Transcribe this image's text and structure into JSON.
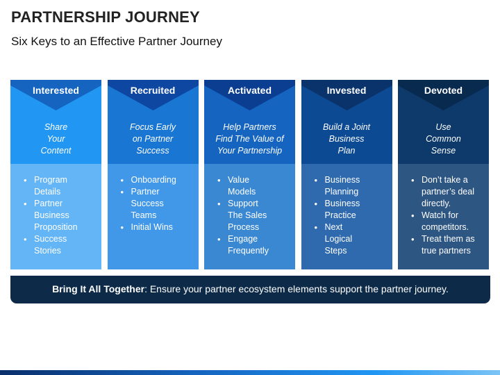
{
  "title": "PARTNERSHIP JOURNEY",
  "subtitle": "Six Keys to an Effective Partner Journey",
  "stages": [
    {
      "name": "Interested",
      "tagline_lines": [
        "Share",
        "Your",
        "Content"
      ],
      "bullets": [
        [
          "Program",
          "Details"
        ],
        [
          "Partner",
          "Business",
          "Proposition"
        ],
        [
          "Success",
          "Stories"
        ]
      ],
      "colors": {
        "top": "#2196f3",
        "bottom": "#64b5f6",
        "diamond": "#1565c0"
      }
    },
    {
      "name": "Recruited",
      "tagline_lines": [
        "Focus Early",
        "on Partner",
        "Success"
      ],
      "bullets": [
        [
          "Onboarding"
        ],
        [
          "Partner",
          "Success",
          "Teams"
        ],
        [
          "Initial Wins"
        ]
      ],
      "colors": {
        "top": "#1976d2",
        "bottom": "#4298e8",
        "diamond": "#0d47a1"
      }
    },
    {
      "name": "Activated",
      "tagline_lines": [
        "Help Partners",
        "Find The Value of",
        "Your Partnership"
      ],
      "bullets": [
        [
          "Value",
          "Models"
        ],
        [
          "Support",
          "The Sales",
          "Process"
        ],
        [
          "Engage",
          "Frequently"
        ]
      ],
      "colors": {
        "top": "#1565c0",
        "bottom": "#3a87d2",
        "diamond": "#0b3d91"
      }
    },
    {
      "name": "Invested",
      "tagline_lines": [
        "Build a Joint",
        "Business",
        "Plan"
      ],
      "bullets": [
        [
          "Business",
          "Planning"
        ],
        [
          "Business",
          "Practice"
        ],
        [
          "Next",
          "Logical",
          "Steps"
        ]
      ],
      "colors": {
        "top": "#0d4a94",
        "bottom": "#2f6aae",
        "diamond": "#0a336b"
      }
    },
    {
      "name": "Devoted",
      "tagline_lines": [
        "Use",
        "Common",
        "Sense"
      ],
      "bullets": [
        [
          "Don’t take a",
          "partner’s deal",
          "directly."
        ],
        [
          "Watch for",
          "competitors."
        ],
        [
          "Treat them as",
          "true partners"
        ]
      ],
      "colors": {
        "top": "#0d3a6b",
        "bottom": "#2e5682",
        "diamond": "#092a4f"
      }
    }
  ],
  "banner": {
    "bold": "Bring It All Together",
    "text": ": Ensure your partner ecosystem elements support the partner journey."
  }
}
